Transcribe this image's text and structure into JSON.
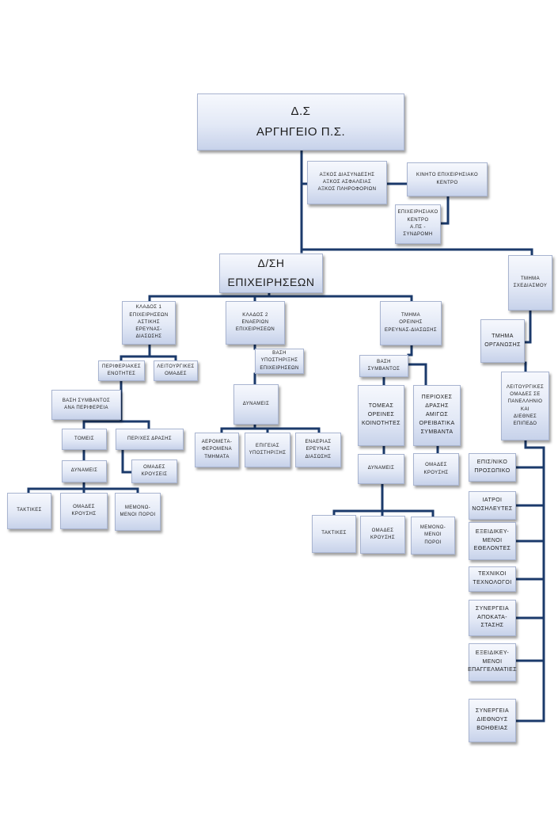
{
  "style": {
    "line_color": "#1b3a6b",
    "box_fill": "#e3e9f6",
    "box_border": "#a8b4d0"
  },
  "nodes": {
    "ds": "Δ.Σ\nΑΡΓΗΓΕΙΟ Π.Σ.",
    "axoi": "ΑΞΚΟΣ ΔΙΑΣΥΝΔΕΣΗΣ\nΑΞΚΟΣ ΑΣΦΑΛΕΙΑΣ\nΑΞΚΟΣ ΠΛΗΡΟΦΟΡΙΩΝ",
    "kinito": "ΚΙΝΗΤΟ ΕΠΙΧΕΙΡΗΣΙΑΚΟ\nΚΕΝΤΡΟ",
    "epixeir_kentro": "ΕΠΙΧΕΙΡΗΣΙΑΚΟ\nΚΕΝΤΡΟ\nΑ.ΠΣ -\nΣΥΝΔΡΟΜΗ",
    "dsh": "Δ/ΣΗ\nΕΠΙΧΕΙΡΗΣΕΩΝ",
    "sxediasmou": "ΤΜΗΜΑ\nΣΧΕΔΙΑΣΜΟΥ",
    "organosis": "ΤΜΗΜΑ\nΟΡΓΑΝΩΣΗΣ",
    "leit_omades_pan": "ΛΕΙΤΟΥΡΓΙΚΕΣ\nΟΜΑΔΕΣ ΣΕ\nΠΑΝΕΛΛΗΝΙΟ\nΚΑΙ\nΔΙΕΘΝΕΣ\nΕΠΙΠΕΔΟ",
    "klados1": "ΚΛΑΔΟΣ 1\nΕΠΙΧΕΙΡΗΣΕΩΝ\nΑΣΤΙΚΗΣ\nΕΡΕΥΝΑΣ-ΔΙΑΣΩΣΗΣ",
    "klados2": "ΚΛΑΔΟΣ 2\nΕΝΑΕΡΙΩΝ\nΕΠΙΧΕΙΡΗΣΕΩΝ",
    "tmima_oreinis": "ΤΜΗΜΑ\nΟΡΕΙΝΗΣ\nΕΡΕΥΝΑΣ-ΔΙΑΣΩΣΗΣ",
    "perifereiakes": "ΠΕΡΙΦΕΡΙΑΚΕΣ\nΕΝΟΤΗΤΕΣ",
    "leitourgikes": "ΛΕΙΤΟΥΡΓΙΚΕΣ\nΟΜΑΔΕΣ",
    "vasi_symvantos_per": "ΒΑΣΗ ΣΥΜΒΑΝΤΟΣ\nΑΝΑ ΠΕΡΙΦΕΡΕΙΑ",
    "tomeis": "ΤΟΜΕΙΣ",
    "perioxes_drasis_1": "ΠΕΡ/ΧΕΣ  ΔΡΑΣΗΣ",
    "dynameis_1": "ΔΥΝΑΜΕΙΣ",
    "omades_krousis_1": "ΟΜΑΔΕΣ\nΚΡΟΥΣΕΙΣ",
    "taktikes_1": "ΤΑΚΤΙΚΕΣ",
    "omades_krousis_1b": "ΟΜΑΔΕΣ\nΚΡΟΥΣΗΣ",
    "memonomenoi_1": "ΜΕΜΟΝΩ-\nΜΕΝΟΙ ΠΟΡΟΙ",
    "vasi_ypostirixis": "ΒΑΣΗ\nΥΠΟΣΤΗΡΙΞΗΣ\nΕΠΙΧΕΙΡΗΣΕΩΝ",
    "dynameis_2": "ΔΥΝΑΜΕΙΣ",
    "aerometaferomena": "ΑΕΡΟΜΕΤΑ-\nΦΕΡΟΜΕΝΑ\nΤΜΗΜΑΤΑ",
    "epigeias": "ΕΠΙΓΕΙΑΣ\nΥΠΟΣΤΗΡΙΞΗΣ",
    "enaerias": "ΕΝΑΕΡΙΑΣ\nΕΡΕΥΝΑΣ\nΔΙΑΣΩΣΗΣ",
    "vasi_symvantos_3": "ΒΑΣΗ\nΣΥΜΒΑΝΤΟΣ",
    "tomeas_oreines": "ΤΟΜΕΑΣ\nΟΡΕΙΝΕΣ\nΚΟΙΝΟΤΗΤΕΣ",
    "perioxes_drasis_3": "ΠΕΡΙΟΧΕΣ\nΔΡΑΣΗΣ\nΑΜΙΓΩΣ\nΟΡΕΙΒΑΤΙΚΑ\nΣΥΜΒΑΝΤΑ",
    "dynameis_3": "ΔΥΝΑΜΕΙΣ",
    "omades_krousis_3a": "ΟΜΑΔΕΣ\nΚΡΟΥΣΗΣ",
    "taktikes_3": "ΤΑΚΤΙΚΕΣ",
    "omades_krousis_3b": "ΟΜΑΔΕΣ\nΚΡΟΥΣΗΣ",
    "memonomenoi_3": "ΜΕΜΟΝΩ-\nΜΕΝΟΙ\nΠΟΡΟΙ",
    "epis_proswpiko": "ΕΠΙΣ/ΝΙΚΟ\nΠΡΟΣΩΠΙΚΟ",
    "iatroi": "ΙΑΤΡΟΙ\nΝΟΣΗΛΕΥΤΕΣ",
    "eidikeymenoi_ethel": "ΕΞΕΙΔΙΚΕΥ-\nΜΕΝΟΙ\nΕΘΕΛΟΝΤΕΣ",
    "texnikoi": "ΤΕΧΝΙΚΟΙ\nΤΕΧΝΟΛΟΓΟΙ",
    "synergeia_apokat": "ΣΥΝΕΡΓΕΙΑ\nΑΠΟΚΑΤΑ-\nΣΤΑΣΗΣ",
    "eidikeymenoi_epagg": "ΕΞΕΙΔΙΚΕΥ-\nΜΕΝΟΙ\nΕΠΑΓΓΕΛΜΑΤΙΕΣ",
    "synergeia_dieth": "ΣΥΝΕΡΓΕΙΑ\nΔΙΕΘΝΟΥΣ\nΒΟΗΘΕΙΑΣ"
  }
}
